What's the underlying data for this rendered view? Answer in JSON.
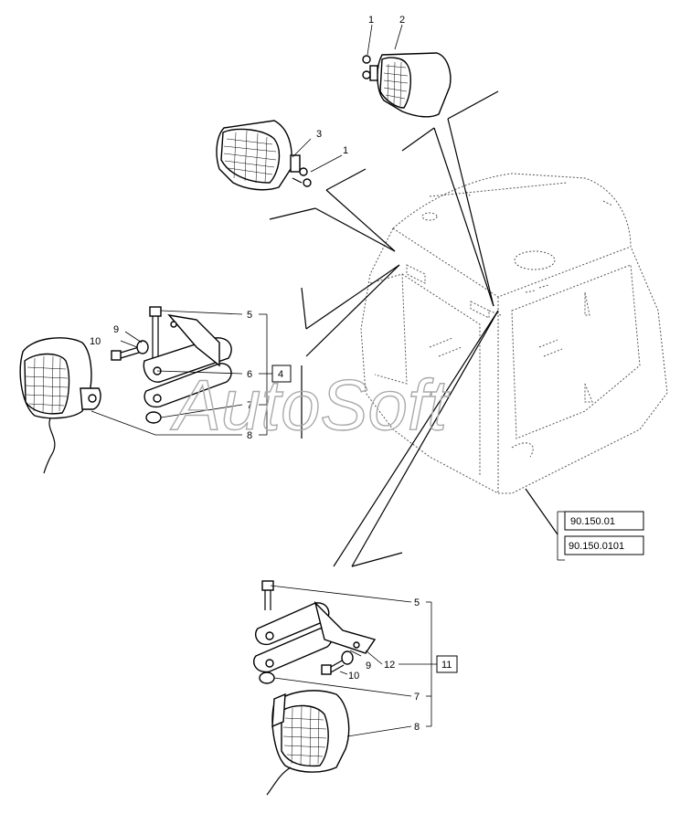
{
  "watermark": "AutoSoft",
  "callouts": {
    "c1a": "1",
    "c2": "2",
    "c3": "3",
    "c1b": "1",
    "c5a": "5",
    "c9a": "9",
    "c10a": "10",
    "c6": "6",
    "c7a": "7",
    "c8a": "8",
    "c5b": "5",
    "c12": "12",
    "c9b": "9",
    "c10b": "10",
    "c7b": "7",
    "c8b": "8"
  },
  "group_boxes": {
    "g4": "4",
    "g11": "11"
  },
  "references": [
    "90.150.01",
    "90.150.0101"
  ]
}
